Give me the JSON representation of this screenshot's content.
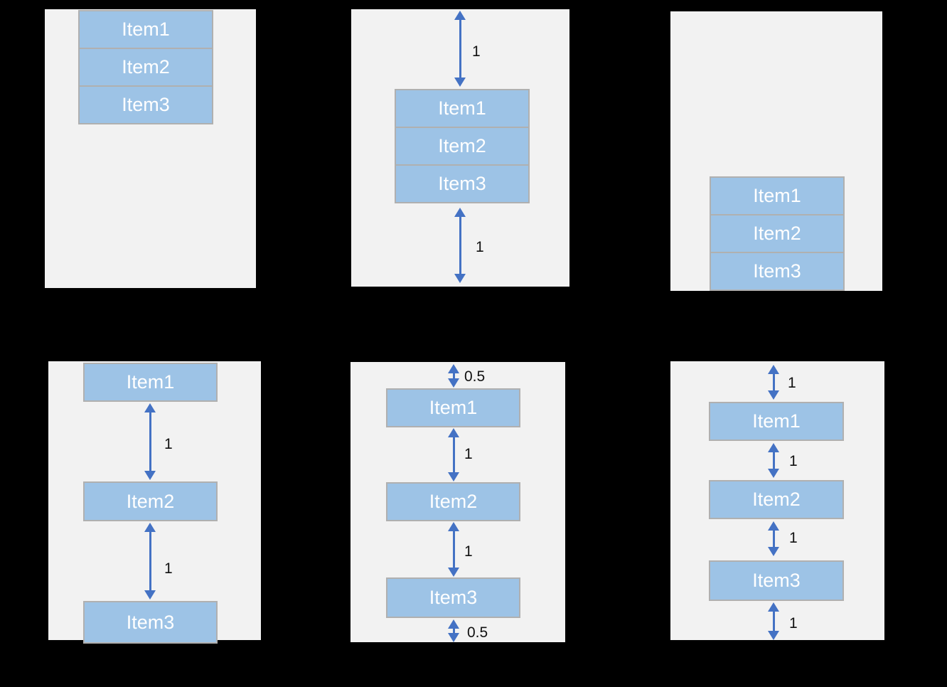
{
  "colors": {
    "background": "#000000",
    "panel_bg": "#f2f2f2",
    "item_fill": "#9dc3e6",
    "item_border": "#b0b0b0",
    "item_text": "#ffffff",
    "arrow": "#4472c4",
    "label_text": "#111111"
  },
  "panels": {
    "flex_start": {
      "items": [
        "Item1",
        "Item2",
        "Item3"
      ]
    },
    "center": {
      "items": [
        "Item1",
        "Item2",
        "Item3"
      ],
      "gap_labels": [
        "1",
        "1"
      ]
    },
    "flex_end": {
      "items": [
        "Item1",
        "Item2",
        "Item3"
      ]
    },
    "space_between": {
      "items": [
        "Item1",
        "Item2",
        "Item3"
      ],
      "gap_labels": [
        "1",
        "1"
      ]
    },
    "space_around": {
      "items": [
        "Item1",
        "Item2",
        "Item3"
      ],
      "gap_labels": [
        "0.5",
        "1",
        "1",
        "0.5"
      ]
    },
    "space_evenly": {
      "items": [
        "Item1",
        "Item2",
        "Item3"
      ],
      "gap_labels": [
        "1",
        "1",
        "1",
        "1"
      ]
    }
  }
}
